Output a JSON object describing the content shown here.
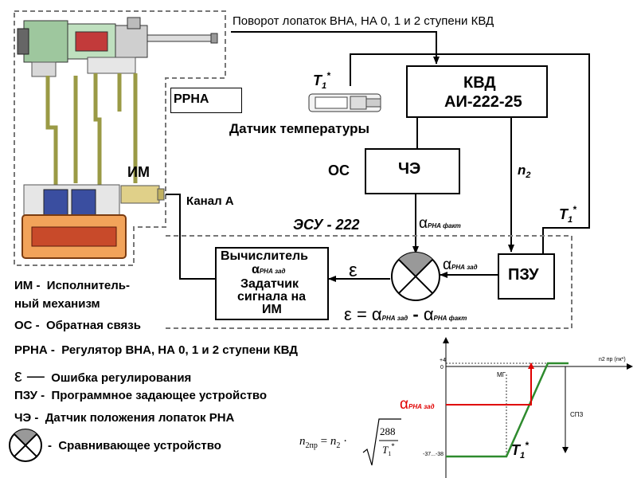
{
  "header": {
    "top_label": "Поворот лопаток ВНА, НА  0, 1 и 2 ступени КВД"
  },
  "blocks": {
    "kvd_line1": "КВД",
    "kvd_line2": "АИ-222-25",
    "che": "ЧЭ",
    "pzu": "ПЗУ",
    "calc_line1": "Вычислитель",
    "calc_alpha": "α",
    "calc_alpha_sub": "РНА зад",
    "calc_line3": "Задатчик",
    "calc_line4": "сигнала на",
    "calc_line5": "ИМ"
  },
  "labels": {
    "rrna": "РРНА",
    "im": "ИМ",
    "os": "ОС",
    "kanal_a": "Канал А",
    "esu": "ЭСУ - 222",
    "sensor": "Датчик температуры",
    "t1": "T",
    "t1_sub": "1",
    "t1_sup": "*",
    "n2": "n",
    "n2_sub": "2",
    "alpha": "α",
    "alpha_fakt_sub": "РНА факт",
    "alpha_zad_sub": "РНА зад",
    "eps": "ε",
    "formula_eps": "ε",
    "formula_eq": "=",
    "formula_minus": "-"
  },
  "legend": [
    {
      "key": "ИМ -",
      "text": "Исполнитель-"
    },
    {
      "key": "",
      "text": "ный механизм"
    },
    {
      "key": "ОС -",
      "text": "Обратная связь"
    },
    {
      "key": "РРНА -",
      "text": "Регулятор ВНА, НА 0, 1 и 2 ступени КВД"
    },
    {
      "key": "ε —",
      "text": "Ошибка регулирования"
    },
    {
      "key": "ПЗУ -",
      "text": "Программное задающее устройство"
    },
    {
      "key": "ЧЭ -",
      "text": "Датчик положения лопаток РНА"
    },
    {
      "key": "-",
      "text": "Сравнивающее устройство"
    }
  ],
  "formula": {
    "lhs": "n",
    "lhs_sub": "2пр",
    "eq": "=",
    "n": "n",
    "n_sub": "2",
    "dot": "·",
    "num": "288",
    "den": "T",
    "den_sub": "1",
    "den_sup": "*"
  },
  "inset": {
    "axis_title": "n",
    "axis_sub": "2 пр (n",
    "axis_sub2": "к",
    "axis_end": "*)",
    "y_top": "+4",
    "y_zero": "0",
    "y_bottom": "-37...-38",
    "mg": "МГ",
    "spz": "СПЗ",
    "alpha": "α",
    "alpha_sub": "РНА зад",
    "t1": "T",
    "t1_sub": "1",
    "t1_sup": "*"
  },
  "colors": {
    "olive": "#9a9a45",
    "red": "#e00000",
    "green": "#2e8b2e",
    "dash": "#777777"
  }
}
